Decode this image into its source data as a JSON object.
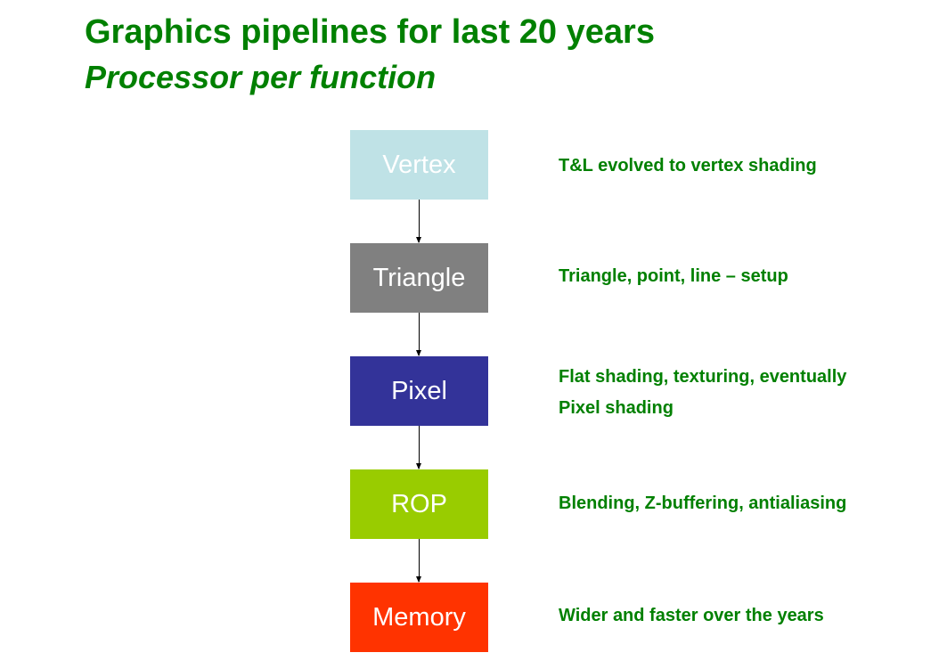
{
  "title": "Graphics pipelines for last 20 years",
  "subtitle": "Processor per function",
  "stages": [
    {
      "label": "Vertex",
      "color": "#bfe2e6",
      "description": [
        "T&L evolved to vertex shading"
      ]
    },
    {
      "label": "Triangle",
      "color": "#808080",
      "description": [
        "Triangle, point, line – setup"
      ]
    },
    {
      "label": "Pixel",
      "color": "#333399",
      "description": [
        "Flat shading, texturing, eventually",
        "Pixel shading"
      ]
    },
    {
      "label": "ROP",
      "color": "#99cc00",
      "description": [
        "Blending, Z-buffering, antialiasing"
      ]
    },
    {
      "label": "Memory",
      "color": "#ff3300",
      "description": [
        "Wider and faster over the years"
      ]
    }
  ],
  "colors": {
    "heading": "#008000",
    "description": "#008000",
    "connector": "#000000"
  }
}
